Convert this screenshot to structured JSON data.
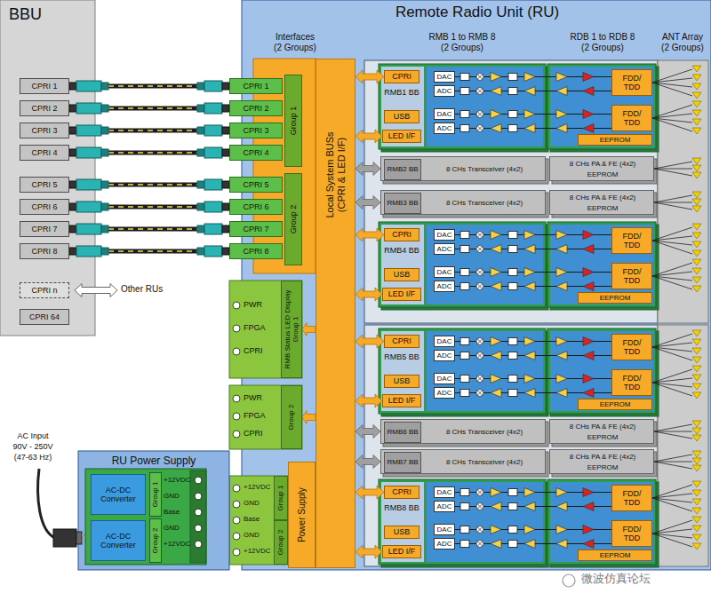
{
  "diagram": {
    "nodes": [
      {
        "text": [
          "BBU"
        ]
      },
      {
        "text": [
          "CPRI 1"
        ],
        "in": 0
      },
      {
        "text": [
          "CPRI 2"
        ],
        "in": 0
      },
      {
        "text": [
          "CPRI 3"
        ],
        "in": 0
      },
      {
        "text": [
          "CPRI 4"
        ],
        "in": 0
      },
      {
        "text": [
          "CPRI 5"
        ],
        "in": 0
      },
      {
        "text": [
          "CPRI 6"
        ],
        "in": 0
      },
      {
        "text": [
          "CPRI 7"
        ],
        "in": 0
      },
      {
        "text": [
          "CPRI 8"
        ],
        "in": 0
      },
      {
        "text": [
          "CPRI n"
        ],
        "in": 0
      },
      {
        "text": [
          "CPRI 64"
        ],
        "in": 0
      },
      {
        "text": [
          "Remote Radio Unit (RU)",
          "Interfaces (2 Groups)",
          "RMB 1 to RMB 8 (2 Groups)",
          "RDB 1 to RDB 8 (2 Groups)",
          "ANT Array (2 Groups)"
        ]
      },
      {
        "text": [
          "CPRI 1"
        ],
        "in": 11
      },
      {
        "text": [
          "CPRI 2"
        ],
        "in": 11
      },
      {
        "text": [
          "CPRI 3"
        ],
        "in": 11
      },
      {
        "text": [
          "CPRI 4"
        ],
        "in": 11
      },
      {
        "text": [
          "CPRI 5"
        ],
        "in": 11
      },
      {
        "text": [
          "CPRI 6"
        ],
        "in": 11
      },
      {
        "text": [
          "CPRI 7"
        ],
        "in": 11
      },
      {
        "text": [
          "CPRI 8"
        ],
        "in": 11
      },
      {
        "text": [
          "Group 1"
        ],
        "in": 11
      },
      {
        "text": [
          "Group 2"
        ],
        "in": 11
      },
      {
        "text": [
          "Local System BUSs (CPRI & LED I/F)"
        ],
        "in": 11
      },
      {
        "text": [
          "PWR",
          "FPGA",
          "CPRI"
        ],
        "in": 11
      },
      {
        "text": [
          "RMB Status LED Display",
          "Group 1"
        ],
        "in": 23
      },
      {
        "text": [
          "PWR",
          "FPGA",
          "CPRI"
        ],
        "in": 11
      },
      {
        "text": [
          "Group 2"
        ],
        "in": 25
      },
      {
        "text": [
          "+12VDC",
          "GND",
          "Base",
          "GND",
          "+12VDC"
        ],
        "in": 11
      },
      {
        "text": [
          "Group 1"
        ],
        "in": 27
      },
      {
        "text": [
          "Group 2"
        ],
        "in": 27
      },
      {
        "text": [
          "Power Supply"
        ],
        "in": 11
      },
      {
        "text": [
          "RMB1 BB"
        ],
        "in": 11
      },
      {
        "text": [
          "CPRI"
        ],
        "in": 31
      },
      {
        "text": [
          "DAC"
        ],
        "in": 31
      },
      {
        "text": [
          "ADC"
        ],
        "in": 31
      },
      {
        "text": [
          "DAC"
        ],
        "in": 31
      },
      {
        "text": [
          "ADC"
        ],
        "in": 31
      },
      {
        "text": [
          "USB"
        ],
        "in": 31
      },
      {
        "text": [
          "LED I/F"
        ],
        "in": 31
      },
      {
        "text": [
          "FDD/ TDD"
        ],
        "in": 11
      },
      {
        "text": [
          "FDD/ TDD"
        ],
        "in": 11
      },
      {
        "text": [
          "EEPROM"
        ],
        "in": 11
      },
      {
        "text": [
          "8 CHs Transceiver (4x2)"
        ],
        "in": 11
      },
      {
        "text": [
          "RMB2 BB"
        ],
        "in": 42
      },
      {
        "text": [
          "8 CHs PA & FE (4x2)",
          "EEPROM"
        ],
        "in": 11
      },
      {
        "text": [
          "8 CHs Transceiver (4x2)"
        ],
        "in": 11
      },
      {
        "text": [
          "RMB3 BB"
        ],
        "in": 45
      },
      {
        "text": [
          "8 CHs PA & FE (4x2)",
          "EEPROM"
        ],
        "in": 11
      },
      {
        "text": [
          "RMB4 BB"
        ],
        "in": 11
      },
      {
        "text": [
          "CPRI"
        ],
        "in": 48
      },
      {
        "text": [
          "DAC"
        ],
        "in": 48
      },
      {
        "text": [
          "ADC"
        ],
        "in": 48
      },
      {
        "text": [
          "DAC"
        ],
        "in": 48
      },
      {
        "text": [
          "ADC"
        ],
        "in": 48
      },
      {
        "text": [
          "USB"
        ],
        "in": 48
      },
      {
        "text": [
          "LED I/F"
        ],
        "in": 48
      },
      {
        "text": [
          "FDD/ TDD"
        ],
        "in": 11
      },
      {
        "text": [
          "FDD/ TDD"
        ],
        "in": 11
      },
      {
        "text": [
          "EEPROM"
        ],
        "in": 11
      },
      {
        "text": [
          "RMB5 BB"
        ],
        "in": 11
      },
      {
        "text": [
          "CPRI"
        ],
        "in": 59
      },
      {
        "text": [
          "DAC"
        ],
        "in": 59
      },
      {
        "text": [
          "ADC"
        ],
        "in": 59
      },
      {
        "text": [
          "DAC"
        ],
        "in": 59
      },
      {
        "text": [
          "ADC"
        ],
        "in": 59
      },
      {
        "text": [
          "USB"
        ],
        "in": 59
      },
      {
        "text": [
          "LED I/F"
        ],
        "in": 59
      },
      {
        "text": [
          "FDD/ TDD"
        ],
        "in": 11
      },
      {
        "text": [
          "FDD/ TDD"
        ],
        "in": 11
      },
      {
        "text": [
          "EEPROM"
        ],
        "in": 11
      },
      {
        "text": [
          "8 CHs Transceiver (4x2)"
        ],
        "in": 11
      },
      {
        "text": [
          "RMB6 BB"
        ],
        "in": 70
      },
      {
        "text": [
          "8 CHs PA & FE (4x2)",
          "EEPROM"
        ],
        "in": 11
      },
      {
        "text": [
          "8 CHs Transceiver (4x2)"
        ],
        "in": 11
      },
      {
        "text": [
          "RMB7 BB"
        ],
        "in": 73
      },
      {
        "text": [
          "8 CHs PA & FE (4x2)",
          "EEPROM"
        ],
        "in": 11
      },
      {
        "text": [
          "RMB8 BB"
        ],
        "in": 11
      },
      {
        "text": [
          "CPRI"
        ],
        "in": 76
      },
      {
        "text": [
          "DAC"
        ],
        "in": 76
      },
      {
        "text": [
          "ADC"
        ],
        "in": 76
      },
      {
        "text": [
          "DAC"
        ],
        "in": 76
      },
      {
        "text": [
          "ADC"
        ],
        "in": 76
      },
      {
        "text": [
          "USB"
        ],
        "in": 76
      },
      {
        "text": [
          "LED I/F"
        ],
        "in": 76
      },
      {
        "text": [
          "FDD/ TDD"
        ],
        "in": 11
      },
      {
        "text": [
          "FDD/ TDD"
        ],
        "in": 11
      },
      {
        "text": [
          "EEPROM"
        ],
        "in": 11
      },
      {
        "text": [
          "RU Power Supply"
        ]
      },
      {
        "text": [
          "+12VDC",
          "GND",
          "Base",
          "GND",
          "+12VDC"
        ],
        "in": 87
      },
      {
        "text": [
          "AC-DC Converter"
        ],
        "in": 88
      },
      {
        "text": [
          "AC-DC Converter"
        ],
        "in": 88
      },
      {
        "text": [
          "Group 1"
        ],
        "in": 88
      },
      {
        "text": [
          "Group 2"
        ],
        "in": 88
      }
    ],
    "edges": [
      {
        "from": 1,
        "to": 12,
        "arrow": "none"
      },
      {
        "from": 2,
        "to": 13,
        "arrow": "none"
      },
      {
        "from": 3,
        "to": 14,
        "arrow": "none"
      },
      {
        "from": 4,
        "to": 15,
        "arrow": "none"
      },
      {
        "from": 5,
        "to": 16,
        "arrow": "none"
      },
      {
        "from": 6,
        "to": 17,
        "arrow": "none"
      },
      {
        "from": 7,
        "to": 18,
        "arrow": "none"
      },
      {
        "from": 8,
        "to": 19,
        "arrow": "none"
      },
      {
        "from": 22,
        "to": 32,
        "arrow": "both"
      },
      {
        "from": 22,
        "to": 38,
        "arrow": "both"
      },
      {
        "from": 22,
        "to": 42,
        "arrow": "both"
      },
      {
        "from": 22,
        "to": 45,
        "arrow": "both"
      },
      {
        "from": 22,
        "to": 49,
        "arrow": "both"
      },
      {
        "from": 22,
        "to": 55,
        "arrow": "both"
      },
      {
        "from": 22,
        "to": 60,
        "arrow": "both"
      },
      {
        "from": 22,
        "to": 66,
        "arrow": "both"
      },
      {
        "from": 22,
        "to": 70,
        "arrow": "both"
      },
      {
        "from": 22,
        "to": 73,
        "arrow": "both"
      },
      {
        "from": 22,
        "to": 77,
        "arrow": "both"
      },
      {
        "from": 22,
        "to": 83,
        "arrow": "both"
      },
      {
        "from": 22,
        "to": 23,
        "arrow": "to"
      },
      {
        "from": 22,
        "to": 25,
        "arrow": "to"
      }
    ],
    "labels": [
      "Other RUs",
      "AC Input",
      "90V - 250V",
      "(47-63 Hz)",
      "微波仿真论坛"
    ]
  }
}
